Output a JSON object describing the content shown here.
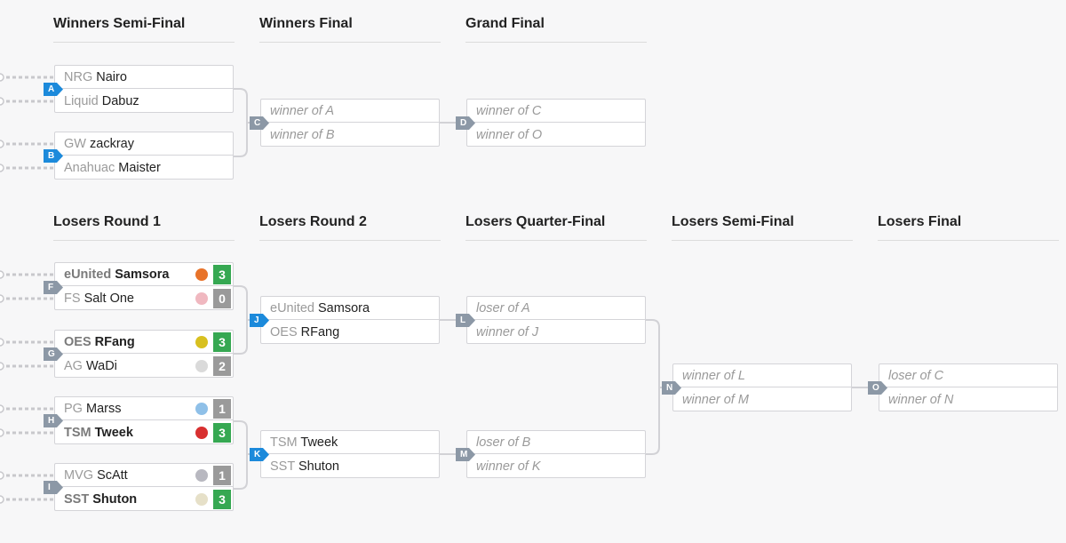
{
  "rounds": {
    "winners_semi": "Winners Semi-Final",
    "winners_final": "Winners Final",
    "grand_final": "Grand Final",
    "losers_r1": "Losers Round 1",
    "losers_r2": "Losers Round 2",
    "losers_qf": "Losers Quarter-Final",
    "losers_sf": "Losers Semi-Final",
    "losers_final": "Losers Final"
  },
  "matches": {
    "A": {
      "label": "A",
      "top": {
        "team": "NRG",
        "name": "Nairo"
      },
      "bottom": {
        "team": "Liquid",
        "name": "Dabuz"
      }
    },
    "B": {
      "label": "B",
      "top": {
        "team": "GW",
        "name": "zackray"
      },
      "bottom": {
        "team": "Anahuac",
        "name": "Maister"
      }
    },
    "C": {
      "label": "C",
      "top": {
        "text": "winner of A"
      },
      "bottom": {
        "text": "winner of B"
      }
    },
    "D": {
      "label": "D",
      "top": {
        "text": "winner of C"
      },
      "bottom": {
        "text": "winner of O"
      }
    },
    "F": {
      "label": "F",
      "top": {
        "team": "eUnited",
        "name": "Samsora",
        "score": "3"
      },
      "bottom": {
        "team": "FS",
        "name": "Salt One",
        "score": "0"
      }
    },
    "G": {
      "label": "G",
      "top": {
        "team": "OES",
        "name": "RFang",
        "score": "3"
      },
      "bottom": {
        "team": "AG",
        "name": "WaDi",
        "score": "2"
      }
    },
    "H": {
      "label": "H",
      "top": {
        "team": "PG",
        "name": "Marss",
        "score": "1"
      },
      "bottom": {
        "team": "TSM",
        "name": "Tweek",
        "score": "3"
      }
    },
    "I": {
      "label": "I",
      "top": {
        "team": "MVG",
        "name": "ScAtt",
        "score": "1"
      },
      "bottom": {
        "team": "SST",
        "name": "Shuton",
        "score": "3"
      }
    },
    "J": {
      "label": "J",
      "top": {
        "team": "eUnited",
        "name": "Samsora"
      },
      "bottom": {
        "team": "OES",
        "name": "RFang"
      }
    },
    "K": {
      "label": "K",
      "top": {
        "team": "TSM",
        "name": "Tweek"
      },
      "bottom": {
        "team": "SST",
        "name": "Shuton"
      }
    },
    "L": {
      "label": "L",
      "top": {
        "text": "loser of A"
      },
      "bottom": {
        "text": "winner of J"
      }
    },
    "M": {
      "label": "M",
      "top": {
        "text": "loser of B"
      },
      "bottom": {
        "text": "winner of K"
      }
    },
    "N": {
      "label": "N",
      "top": {
        "text": "winner of L"
      },
      "bottom": {
        "text": "winner of M"
      }
    },
    "O": {
      "label": "O",
      "top": {
        "text": "loser of C"
      },
      "bottom": {
        "text": "winner of N"
      }
    }
  },
  "colors": {
    "flag_active": "#1c8adb",
    "flag_pending": "#8c98a6",
    "score_win": "#36a852",
    "score_lose": "#9a9a9a"
  }
}
